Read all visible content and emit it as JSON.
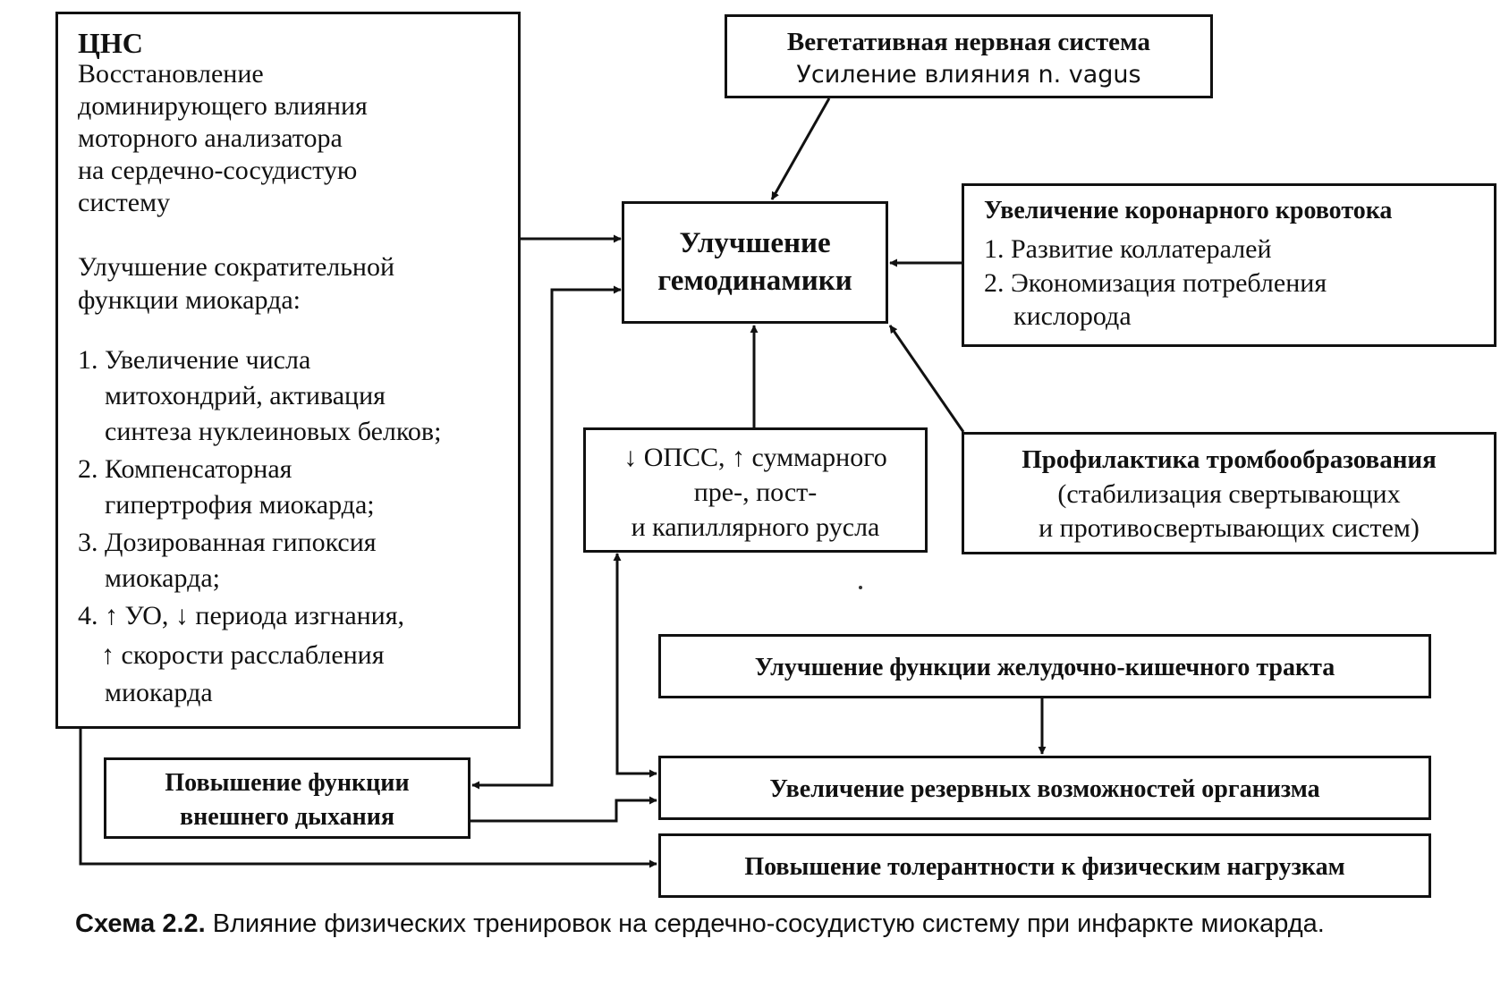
{
  "cns": {
    "title": "ЦНС",
    "lines": [
      "Восстановление",
      "доминирующего влияния",
      "моторного анализатора",
      "на сердечно-сосудистую",
      "систему"
    ],
    "myo_heading": [
      "Улучшение сократительной",
      "функции миокарда:"
    ],
    "items": [
      [
        "1. Увеличение числа",
        "митохондрий, активация",
        "синтеза нуклеиновых белков;"
      ],
      [
        "2. Компенсаторная",
        "гипертрофия миокарда;"
      ],
      [
        "3. Дозированная гипоксия",
        "миокарда;"
      ],
      [
        "4. ↑ УО, ↓ периода изгнания,",
        "↑ скорости расслабления",
        "миокарда"
      ]
    ]
  },
  "vegetative": {
    "title": "Вегетативная нервная система",
    "subtitle": "Усиление влияния n. vagus"
  },
  "hemodynamics": {
    "lines": [
      "Улучшение",
      "гемодинамики"
    ]
  },
  "coronary": {
    "title": "Увеличение коронарного кровотока",
    "items": [
      "1. Развитие коллатералей",
      "2. Экономизация потребления",
      "кислорода"
    ]
  },
  "opss": {
    "lines": [
      "↓ ОПСС, ↑ суммарного",
      "пре-, пост-",
      "и капиллярного русла"
    ]
  },
  "thrombo": {
    "title": "Профилактика тромбообразования",
    "lines": [
      "(стабилизация свертывающих",
      "и противосвертывающих систем)"
    ]
  },
  "gi": {
    "title": "Улучшение функции желудочно-кишечного тракта"
  },
  "reserve": {
    "title": "Увеличение резервных возможностей организма"
  },
  "breathing": {
    "lines": [
      "Повышение функции",
      "внешнего дыхания"
    ]
  },
  "tolerance": {
    "title": "Повышение толерантности к физическим нагрузкам"
  },
  "caption": {
    "label": "Схема 2.2.",
    "text": "Влияние физических тренировок на сердечно-сосудистую систему при инфаркте миокарда."
  }
}
